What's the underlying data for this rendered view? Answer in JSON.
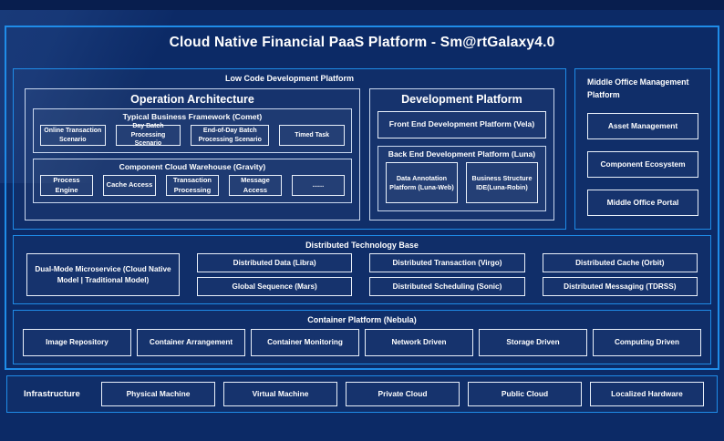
{
  "title": "Cloud Native Financial PaaS Platform - Sm@rtGalaxy4.0",
  "low_code": {
    "label": "Low Code Development Platform",
    "operation_architecture": {
      "title": "Operation Architecture",
      "typical_business_framework": {
        "title": "Typical Business Framework (Comet)",
        "items": [
          "Online Transaction Scenario",
          "Day Batch Processing Scenario",
          "End-of-Day Batch Processing Scenario",
          "Timed Task"
        ]
      },
      "component_cloud_warehouse": {
        "title": "Component Cloud Warehouse (Gravity)",
        "items": [
          "Process Engine",
          "Cache Access",
          "Transaction Processing",
          "Message Access",
          "......"
        ]
      }
    },
    "development_platform": {
      "title": "Development Platform",
      "front_end": "Front End Development Platform (Vela)",
      "back_end": {
        "title": "Back End Development Platform (Luna)",
        "items": [
          "Data Annotation Platform (Luna-Web)",
          "Business Structure IDE(Luna-Robin)"
        ]
      }
    }
  },
  "middle_office": {
    "label": "Middle Office Management Platform",
    "items": [
      "Asset Management",
      "Component Ecosystem",
      "Middle Office Portal"
    ]
  },
  "distributed": {
    "label": "Distributed Technology Base",
    "dual_mode": "Dual-Mode Microservice (Cloud Native Model | Traditional Model)",
    "rows": [
      [
        "Distributed Data (Libra)",
        "Distributed Transaction (Virgo)",
        "Distributed Cache (Orbit)"
      ],
      [
        "Global Sequence (Mars)",
        "Distributed Scheduling (Sonic)",
        "Distributed Messaging (TDRSS)"
      ]
    ]
  },
  "container_platform": {
    "label": "Container Platform (Nebula)",
    "items": [
      "Image Repository",
      "Container Arrangement",
      "Container Monitoring",
      "Network Driven",
      "Storage Driven",
      "Computing Driven"
    ]
  },
  "infrastructure": {
    "label": "Infrastructure",
    "items": [
      "Physical Machine",
      "Virtual Machine",
      "Private Cloud",
      "Public Cloud",
      "Localized Hardware"
    ]
  },
  "colors": {
    "bg": "#0c2a66",
    "accent": "#1f8ce8",
    "line_light": "#c9d7ee",
    "line_white": "#e9f0fa"
  }
}
